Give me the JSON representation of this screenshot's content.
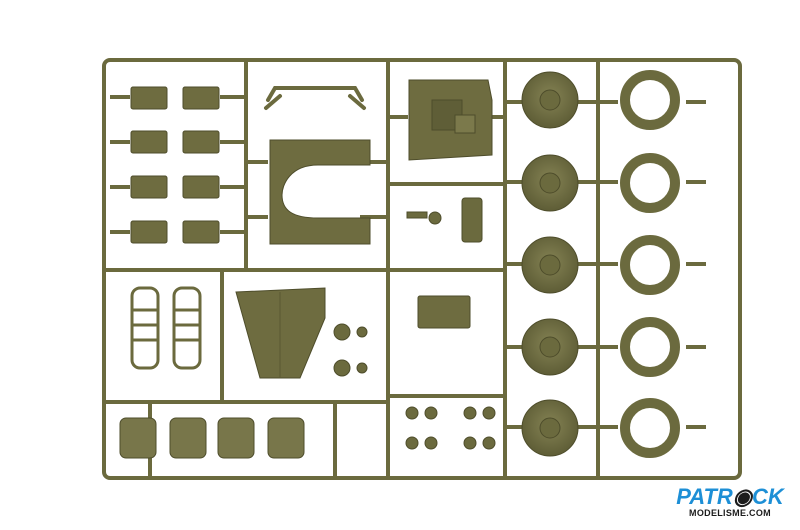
{
  "image": {
    "subject": "plastic model kit sprue",
    "colors": {
      "plastic": "#6b6a3e",
      "plastic_light": "#7c7a4b",
      "plastic_dark": "#55542f",
      "background": "#ffffff",
      "logo_blue": "#1d8fd6",
      "logo_dark": "#1c1c1c"
    }
  },
  "watermark": {
    "brand_part1": "PATR",
    "brand_part2": "CK",
    "tagline": "MODELISME.COM"
  }
}
